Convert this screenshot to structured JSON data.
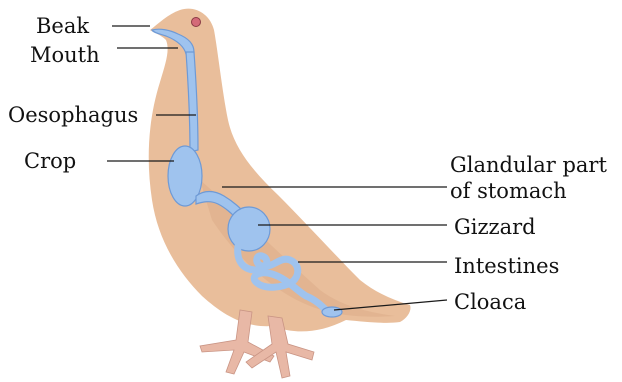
{
  "labels": {
    "beak": "Beak",
    "mouth": "Mouth",
    "oesophagus": "Oesophagus",
    "crop": "Crop",
    "glandular_line1": "Glandular part",
    "glandular_line2": "of stomach",
    "gizzard": "Gizzard",
    "intestines": "Intestines",
    "cloaca": "Cloaca"
  },
  "colors": {
    "body": "#E9BE9B",
    "body_shade": "#D9A884",
    "gut": "#9FC3EE",
    "gut_outline": "#6E9AD6",
    "feet": "#E8B8A6",
    "eye": "#D46A78"
  }
}
